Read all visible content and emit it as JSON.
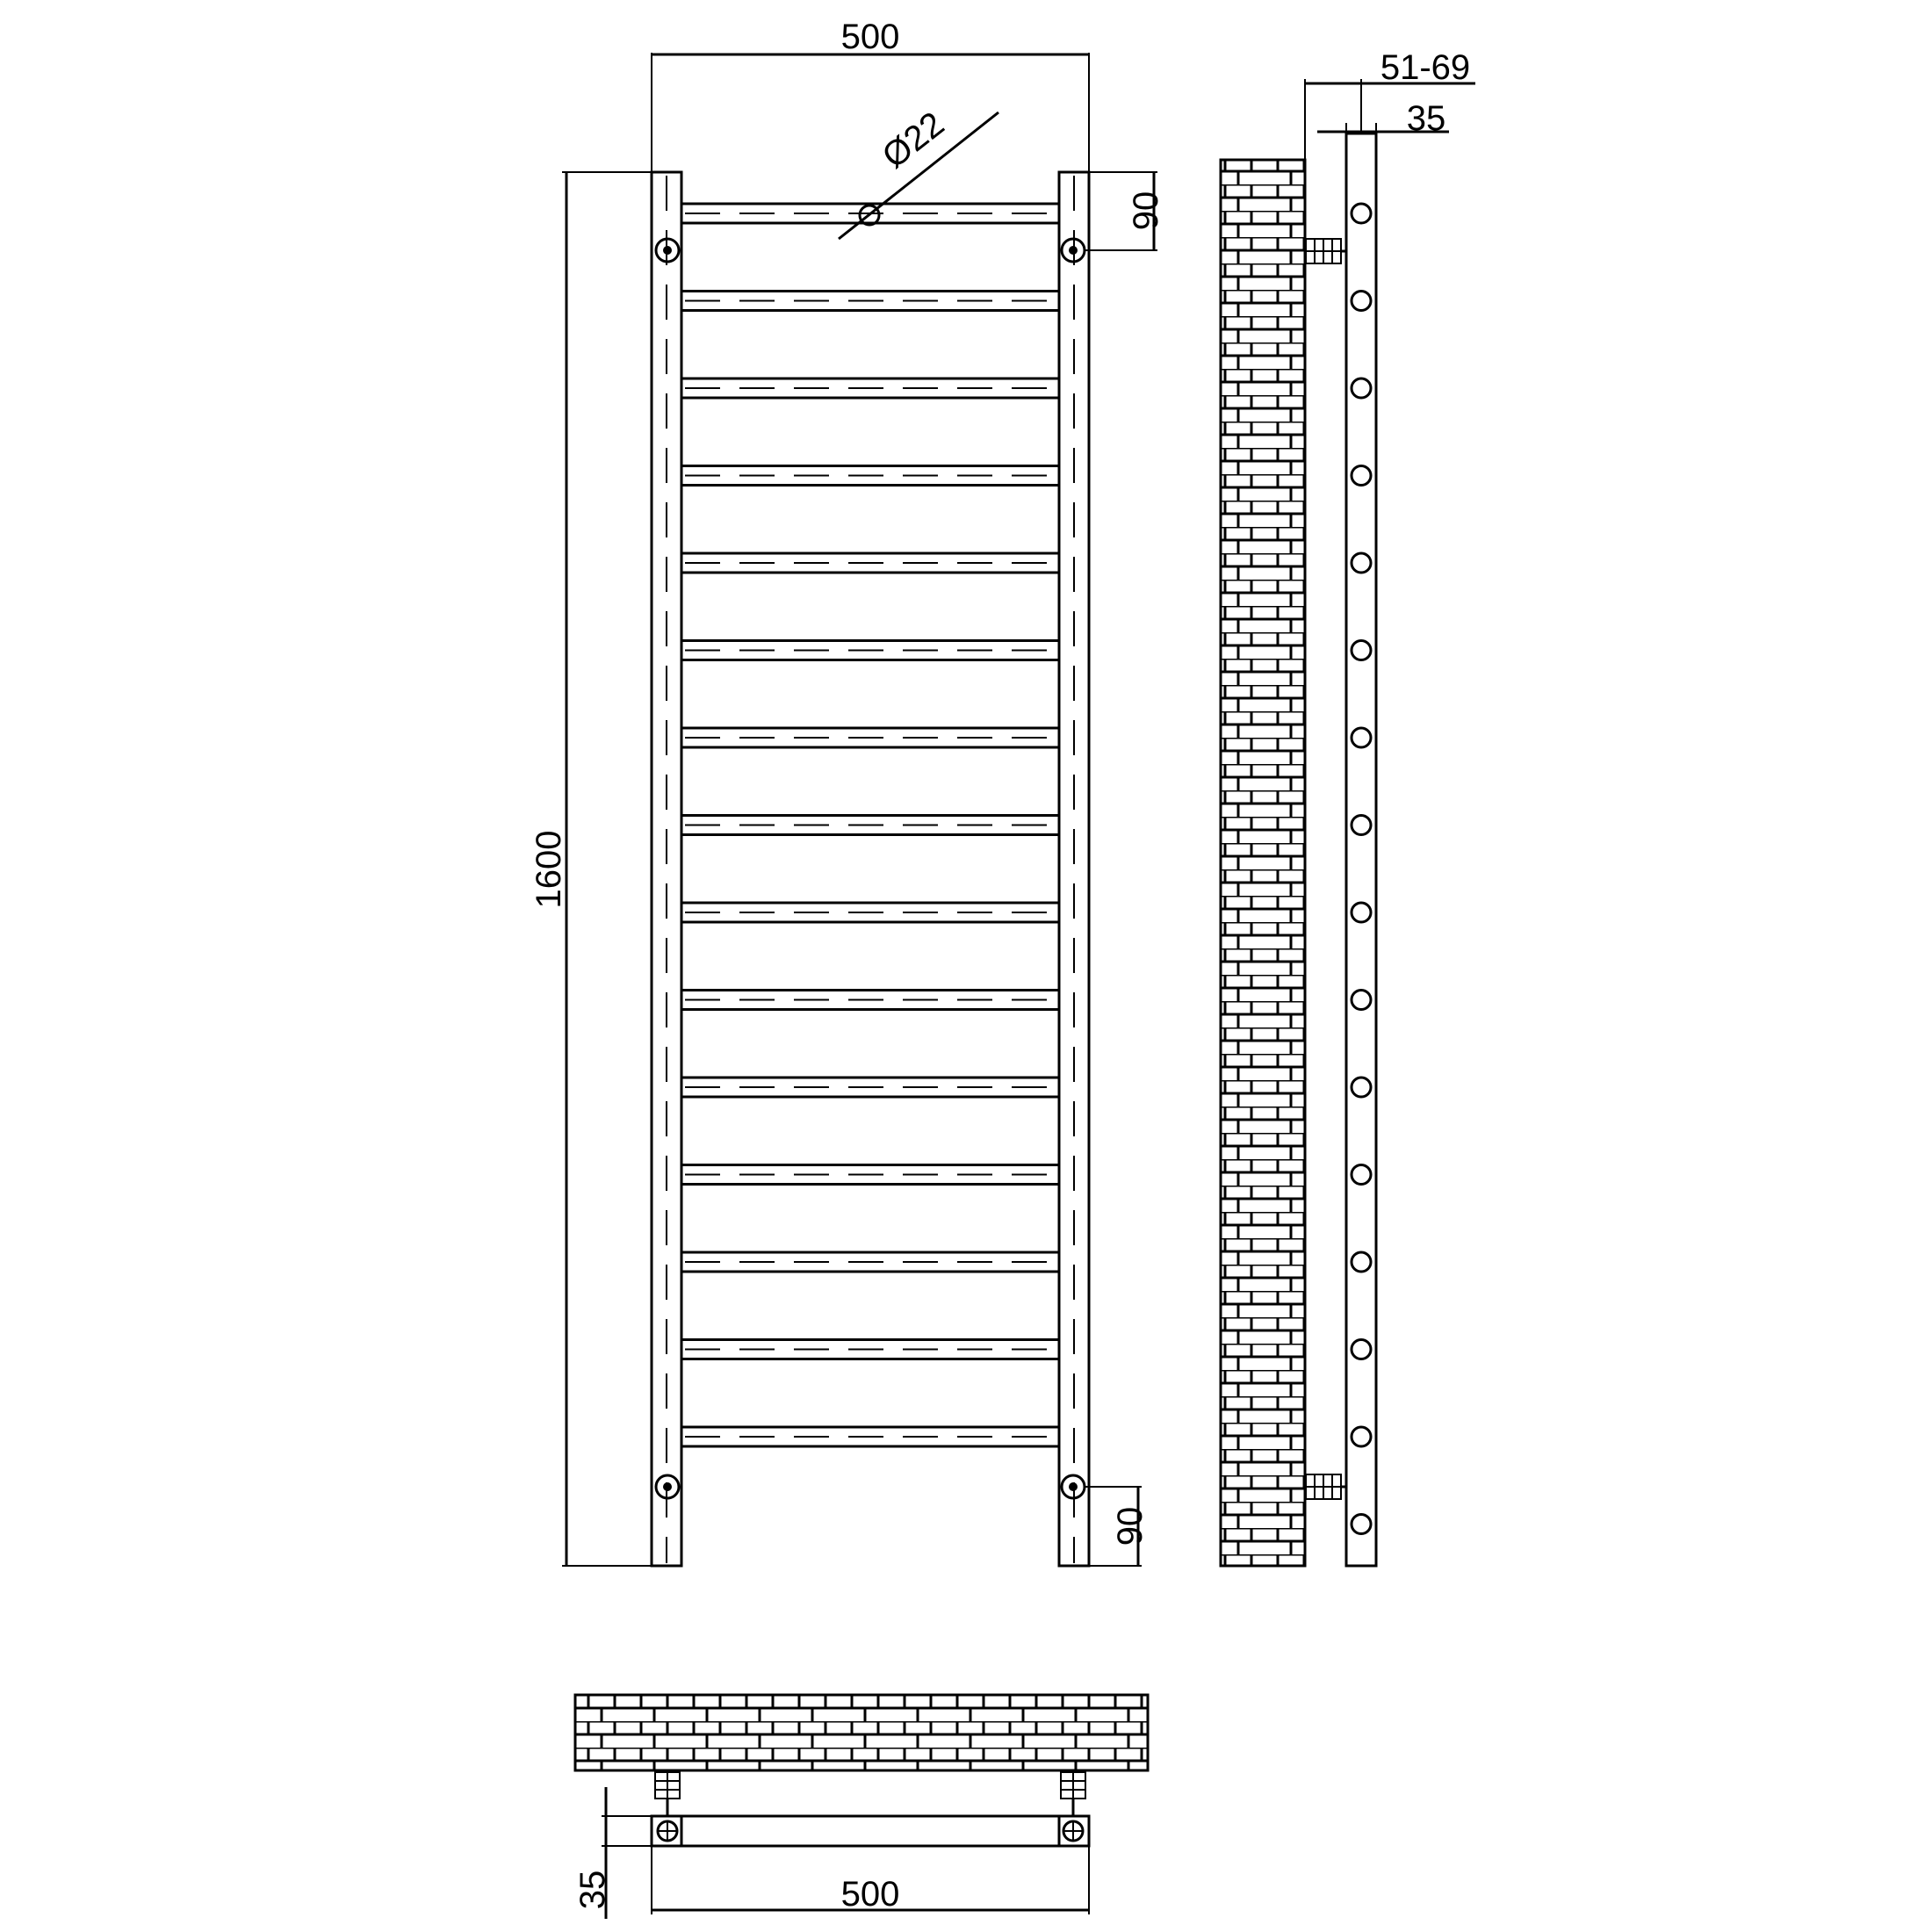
{
  "drawing": {
    "front_view": {
      "width_label": "500",
      "height_label": "1600",
      "tube_diameter_label": "Ø22",
      "top_offset_label": "90",
      "bottom_offset_label": "90",
      "bar_count": 15
    },
    "side_view": {
      "wall_clearance_label": "51-69",
      "depth_label": "35",
      "bar_count": 16
    },
    "plan_view": {
      "width_label": "500",
      "depth_label": "35"
    }
  }
}
